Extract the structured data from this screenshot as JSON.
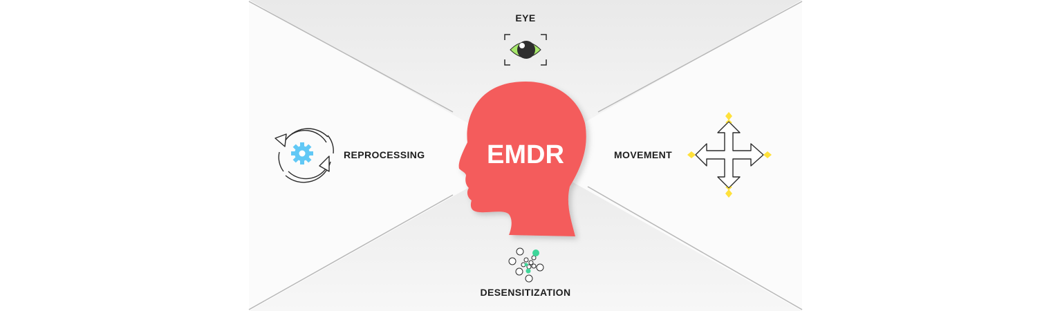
{
  "diagram": {
    "center": {
      "title": "EMDR",
      "color": "#f45b5b"
    },
    "nodes": {
      "eye": {
        "label": "EYE",
        "iris_color": "#a6e86a",
        "pupil_color": "#2f2f2f"
      },
      "movement": {
        "label": "MOVEMENT",
        "arrow_tip_color": "#ffe13b"
      },
      "desensitization": {
        "label": "DESENSITIZATION",
        "dot_color": "#3fd69a"
      },
      "reprocessing": {
        "label": "REPROCESSING",
        "gear_color": "#61c8f5"
      }
    },
    "background": {
      "panel_color": "#f0f0f0",
      "page_color": "#ffffff"
    }
  }
}
